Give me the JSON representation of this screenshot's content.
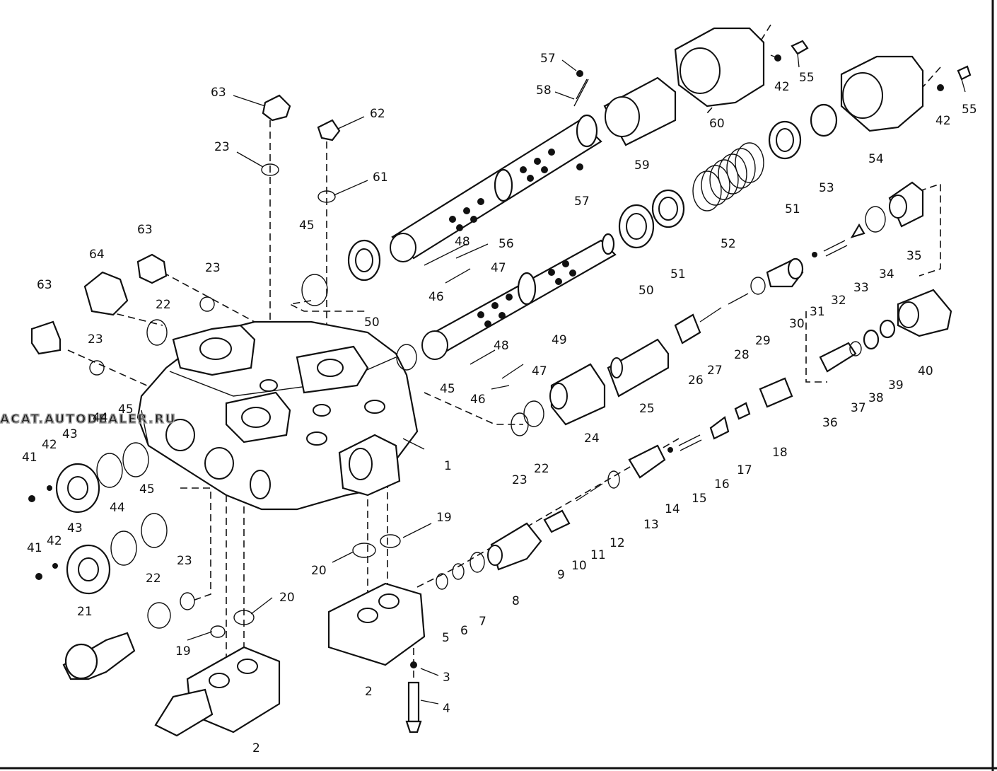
{
  "diagram": {
    "watermark": "ACAT.AUTODEALER.RU",
    "callouts": [
      {
        "id": "c1",
        "label": "1"
      },
      {
        "id": "c2a",
        "label": "2"
      },
      {
        "id": "c2b",
        "label": "2"
      },
      {
        "id": "c3",
        "label": "3"
      },
      {
        "id": "c4",
        "label": "4"
      },
      {
        "id": "c5",
        "label": "5"
      },
      {
        "id": "c6",
        "label": "6"
      },
      {
        "id": "c7",
        "label": "7"
      },
      {
        "id": "c8",
        "label": "8"
      },
      {
        "id": "c9",
        "label": "9"
      },
      {
        "id": "c10",
        "label": "10"
      },
      {
        "id": "c11",
        "label": "11"
      },
      {
        "id": "c12",
        "label": "12"
      },
      {
        "id": "c13",
        "label": "13"
      },
      {
        "id": "c14",
        "label": "14"
      },
      {
        "id": "c15",
        "label": "15"
      },
      {
        "id": "c16",
        "label": "16"
      },
      {
        "id": "c17",
        "label": "17"
      },
      {
        "id": "c18",
        "label": "18"
      },
      {
        "id": "c19a",
        "label": "19"
      },
      {
        "id": "c19b",
        "label": "19"
      },
      {
        "id": "c20a",
        "label": "20"
      },
      {
        "id": "c20b",
        "label": "20"
      },
      {
        "id": "c21",
        "label": "21"
      },
      {
        "id": "c22a",
        "label": "22"
      },
      {
        "id": "c22b",
        "label": "22"
      },
      {
        "id": "c22c",
        "label": "22"
      },
      {
        "id": "c23a",
        "label": "23"
      },
      {
        "id": "c23b",
        "label": "23"
      },
      {
        "id": "c23c",
        "label": "23"
      },
      {
        "id": "c23d",
        "label": "23"
      },
      {
        "id": "c23e",
        "label": "23"
      },
      {
        "id": "c24",
        "label": "24"
      },
      {
        "id": "c25",
        "label": "25"
      },
      {
        "id": "c26",
        "label": "26"
      },
      {
        "id": "c27",
        "label": "27"
      },
      {
        "id": "c28",
        "label": "28"
      },
      {
        "id": "c29",
        "label": "29"
      },
      {
        "id": "c30",
        "label": "30"
      },
      {
        "id": "c31",
        "label": "31"
      },
      {
        "id": "c32",
        "label": "32"
      },
      {
        "id": "c33",
        "label": "33"
      },
      {
        "id": "c34",
        "label": "34"
      },
      {
        "id": "c35",
        "label": "35"
      },
      {
        "id": "c36",
        "label": "36"
      },
      {
        "id": "c37",
        "label": "37"
      },
      {
        "id": "c38",
        "label": "38"
      },
      {
        "id": "c39",
        "label": "39"
      },
      {
        "id": "c40",
        "label": "40"
      },
      {
        "id": "c41a",
        "label": "41"
      },
      {
        "id": "c41b",
        "label": "41"
      },
      {
        "id": "c42a",
        "label": "42"
      },
      {
        "id": "c42b",
        "label": "42"
      },
      {
        "id": "c42c",
        "label": "42"
      },
      {
        "id": "c42d",
        "label": "42"
      },
      {
        "id": "c43a",
        "label": "43"
      },
      {
        "id": "c43b",
        "label": "43"
      },
      {
        "id": "c44a",
        "label": "44"
      },
      {
        "id": "c44b",
        "label": "44"
      },
      {
        "id": "c45a",
        "label": "45"
      },
      {
        "id": "c45b",
        "label": "45"
      },
      {
        "id": "c45c",
        "label": "45"
      },
      {
        "id": "c45d",
        "label": "45"
      },
      {
        "id": "c46a",
        "label": "46"
      },
      {
        "id": "c46b",
        "label": "46"
      },
      {
        "id": "c47a",
        "label": "47"
      },
      {
        "id": "c47b",
        "label": "47"
      },
      {
        "id": "c48a",
        "label": "48"
      },
      {
        "id": "c48b",
        "label": "48"
      },
      {
        "id": "c49",
        "label": "49"
      },
      {
        "id": "c50a",
        "label": "50"
      },
      {
        "id": "c50b",
        "label": "50"
      },
      {
        "id": "c51a",
        "label": "51"
      },
      {
        "id": "c51b",
        "label": "51"
      },
      {
        "id": "c52",
        "label": "52"
      },
      {
        "id": "c53",
        "label": "53"
      },
      {
        "id": "c54",
        "label": "54"
      },
      {
        "id": "c55a",
        "label": "55"
      },
      {
        "id": "c55b",
        "label": "55"
      },
      {
        "id": "c56",
        "label": "56"
      },
      {
        "id": "c57a",
        "label": "57"
      },
      {
        "id": "c57b",
        "label": "57"
      },
      {
        "id": "c58",
        "label": "58"
      },
      {
        "id": "c59",
        "label": "59"
      },
      {
        "id": "c60",
        "label": "60"
      },
      {
        "id": "c61",
        "label": "61"
      },
      {
        "id": "c62",
        "label": "62"
      },
      {
        "id": "c63a",
        "label": "63"
      },
      {
        "id": "c63b",
        "label": "63"
      },
      {
        "id": "c63c",
        "label": "63"
      },
      {
        "id": "c64",
        "label": "64"
      }
    ]
  }
}
